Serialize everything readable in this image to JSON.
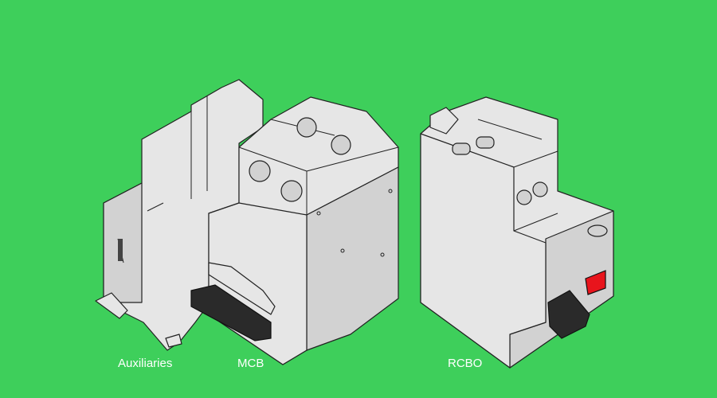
{
  "labels": {
    "auxiliaries": "Auxiliaries",
    "mcb": "MCB",
    "rcbo": "RCBO"
  },
  "colors": {
    "background": "#3ecf5b",
    "body": "#e6e6e6",
    "toggle": "#2a2a2a",
    "indicator": "#e8141c"
  }
}
